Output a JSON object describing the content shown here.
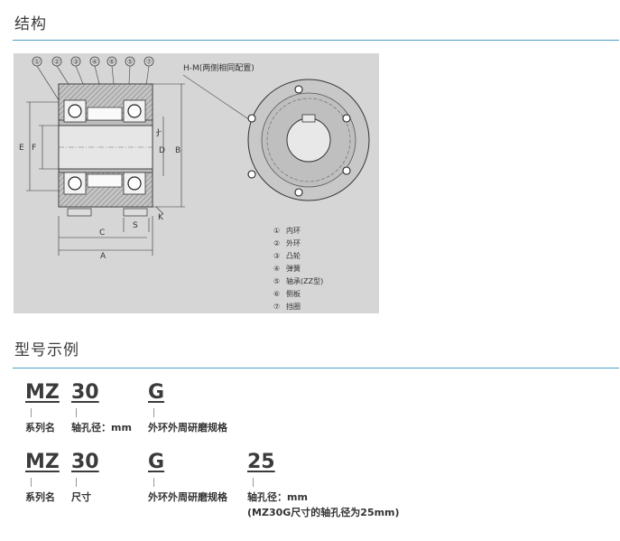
{
  "structure": {
    "title": "结构",
    "callout_numbers": [
      "①",
      "②",
      "③",
      "④",
      "⑥",
      "⑤",
      "⑦"
    ],
    "hm_label": "H-M(两侧相同配置)",
    "dim_labels": {
      "E": "E",
      "F": "F",
      "J": "J",
      "D": "D",
      "B": "B",
      "C": "C",
      "A": "A",
      "S": "S",
      "K": "K"
    },
    "legend": [
      {
        "num": "①",
        "text": "内环"
      },
      {
        "num": "②",
        "text": "外环"
      },
      {
        "num": "③",
        "text": "凸轮"
      },
      {
        "num": "④",
        "text": "弹簧"
      },
      {
        "num": "⑤",
        "text": "轴承(ZZ型)"
      },
      {
        "num": "⑥",
        "text": "侧板"
      },
      {
        "num": "⑦",
        "text": "挡圈"
      }
    ]
  },
  "model": {
    "title": "型号示例",
    "example1": {
      "series_code": "MZ",
      "series_label": "系列名",
      "size_code": "30",
      "size_label": "轴孔径：mm",
      "grind_code": "G",
      "grind_label": "外环外周研磨规格"
    },
    "example2": {
      "series_code": "MZ",
      "series_label": "系列名",
      "size_code": "30",
      "size_label": "尺寸",
      "grind_code": "G",
      "grind_label": "外环外周研磨规格",
      "bore_code": "25",
      "bore_label": "轴孔径：mm",
      "bore_note": "(MZ30G尺寸的轴孔径为25mm)"
    }
  },
  "colors": {
    "accent_line": "#4a9fc9",
    "figure_bg": "#d6d6d6"
  }
}
